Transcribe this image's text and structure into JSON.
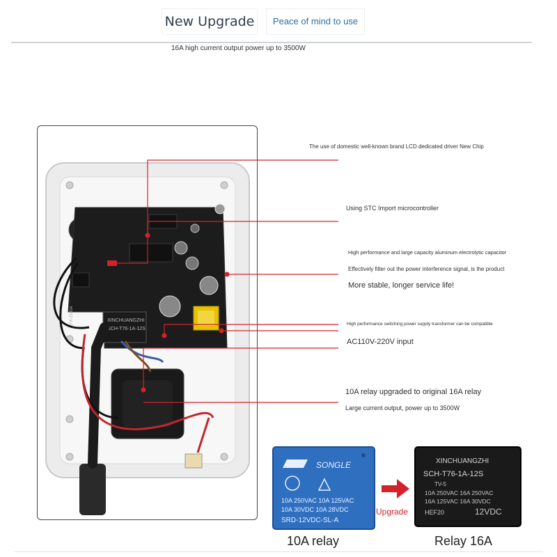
{
  "header": {
    "title": "New Upgrade",
    "tagline": "Peace of mind to use",
    "subtitle": "16A high current output power up to 3500W"
  },
  "annotations": {
    "driver": "The use of domestic well-known brand LCD dedicated driver New Chip",
    "mcu": "Using STC Import microcontroller",
    "capacitor_1": "High performance and large capacity aluminum electrolytic capacitor",
    "capacitor_2": "Effectively filter out the power interference signal, is the product",
    "capacitor_3": "More stable, longer service life!",
    "psu_1": "High performance switching power supply transformer can be compatible",
    "psu_2": "AC110V-220V input",
    "relay_1": "10A relay upgraded to original 16A relay",
    "relay_2": "Large current output, power up to 3500W"
  },
  "board_markings": {
    "model": "ZFX-2140A",
    "relay_brand": "XINCHUANGZHI",
    "relay_model": "SCH-T76-1A-12S"
  },
  "comparison": {
    "old_relay": {
      "brand": "SONGLE",
      "rating_1": "10A 250VAC  10A 125VAC",
      "rating_2": "10A  30VDC  10A 28VDC",
      "model": "SRD-12VDC-SL-A",
      "caption": "10A relay"
    },
    "new_relay": {
      "brand": "XINCHUANGZHI",
      "model": "SCH-T76-1A-12S",
      "cert": "TV-5",
      "rating_1": "10A 250VAC   16A 250VAC",
      "rating_2": "16A 125VAC   16A  30VDC",
      "code": "HEF20",
      "voltage": "12VDC",
      "caption": "Relay 16A"
    },
    "arrow_label": "Upgrade"
  },
  "colors": {
    "accent_red": "#d4222a",
    "relay_blue": "#2f6fc0",
    "relay_black": "#1a1a1a",
    "board_black": "#1c1c1c",
    "housing_grey": "#ebebeb"
  }
}
